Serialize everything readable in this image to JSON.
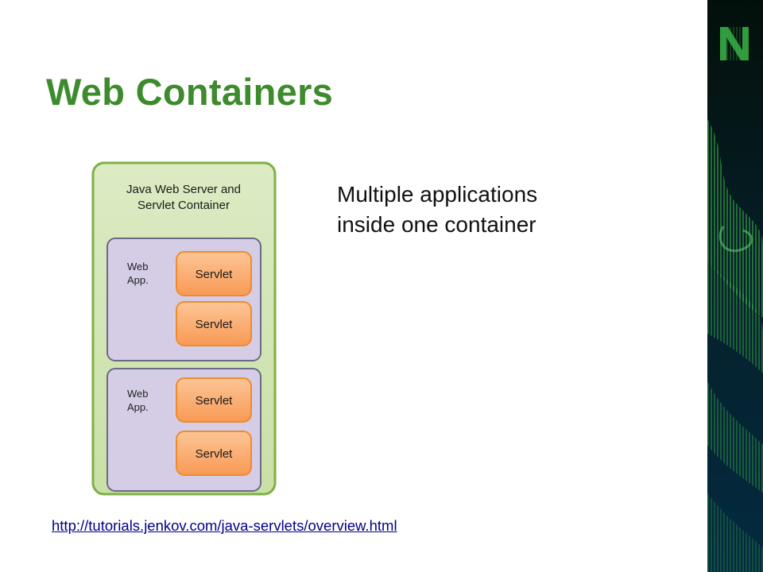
{
  "slide": {
    "title": "Web Containers",
    "body_lines": [
      "Multiple applications",
      "inside one container"
    ],
    "source_link": "http://tutorials.jenkov.com/java-servlets/overview.html"
  },
  "diagram": {
    "container_label": [
      "Java Web Server and",
      "Servlet Container"
    ],
    "web_apps": [
      {
        "label": [
          "Web",
          "App."
        ],
        "servlets": [
          "Servlet",
          "Servlet"
        ]
      },
      {
        "label": [
          "Web",
          "App."
        ],
        "servlets": [
          "Servlet",
          "Servlet"
        ]
      }
    ]
  },
  "colors": {
    "title": "#3d8b2c",
    "container_fill": "#d0e4b1",
    "container_border": "#7fb046",
    "webapp_fill": "#d5cde6",
    "webapp_border": "#6a6a86",
    "servlet_fill": "#fbae72",
    "servlet_border": "#ef8a2c",
    "link": "#00008b",
    "panel_dark": "#04141c",
    "panel_green": "#2e9a3c"
  },
  "decor": {
    "logo": "N-logo-icon"
  }
}
